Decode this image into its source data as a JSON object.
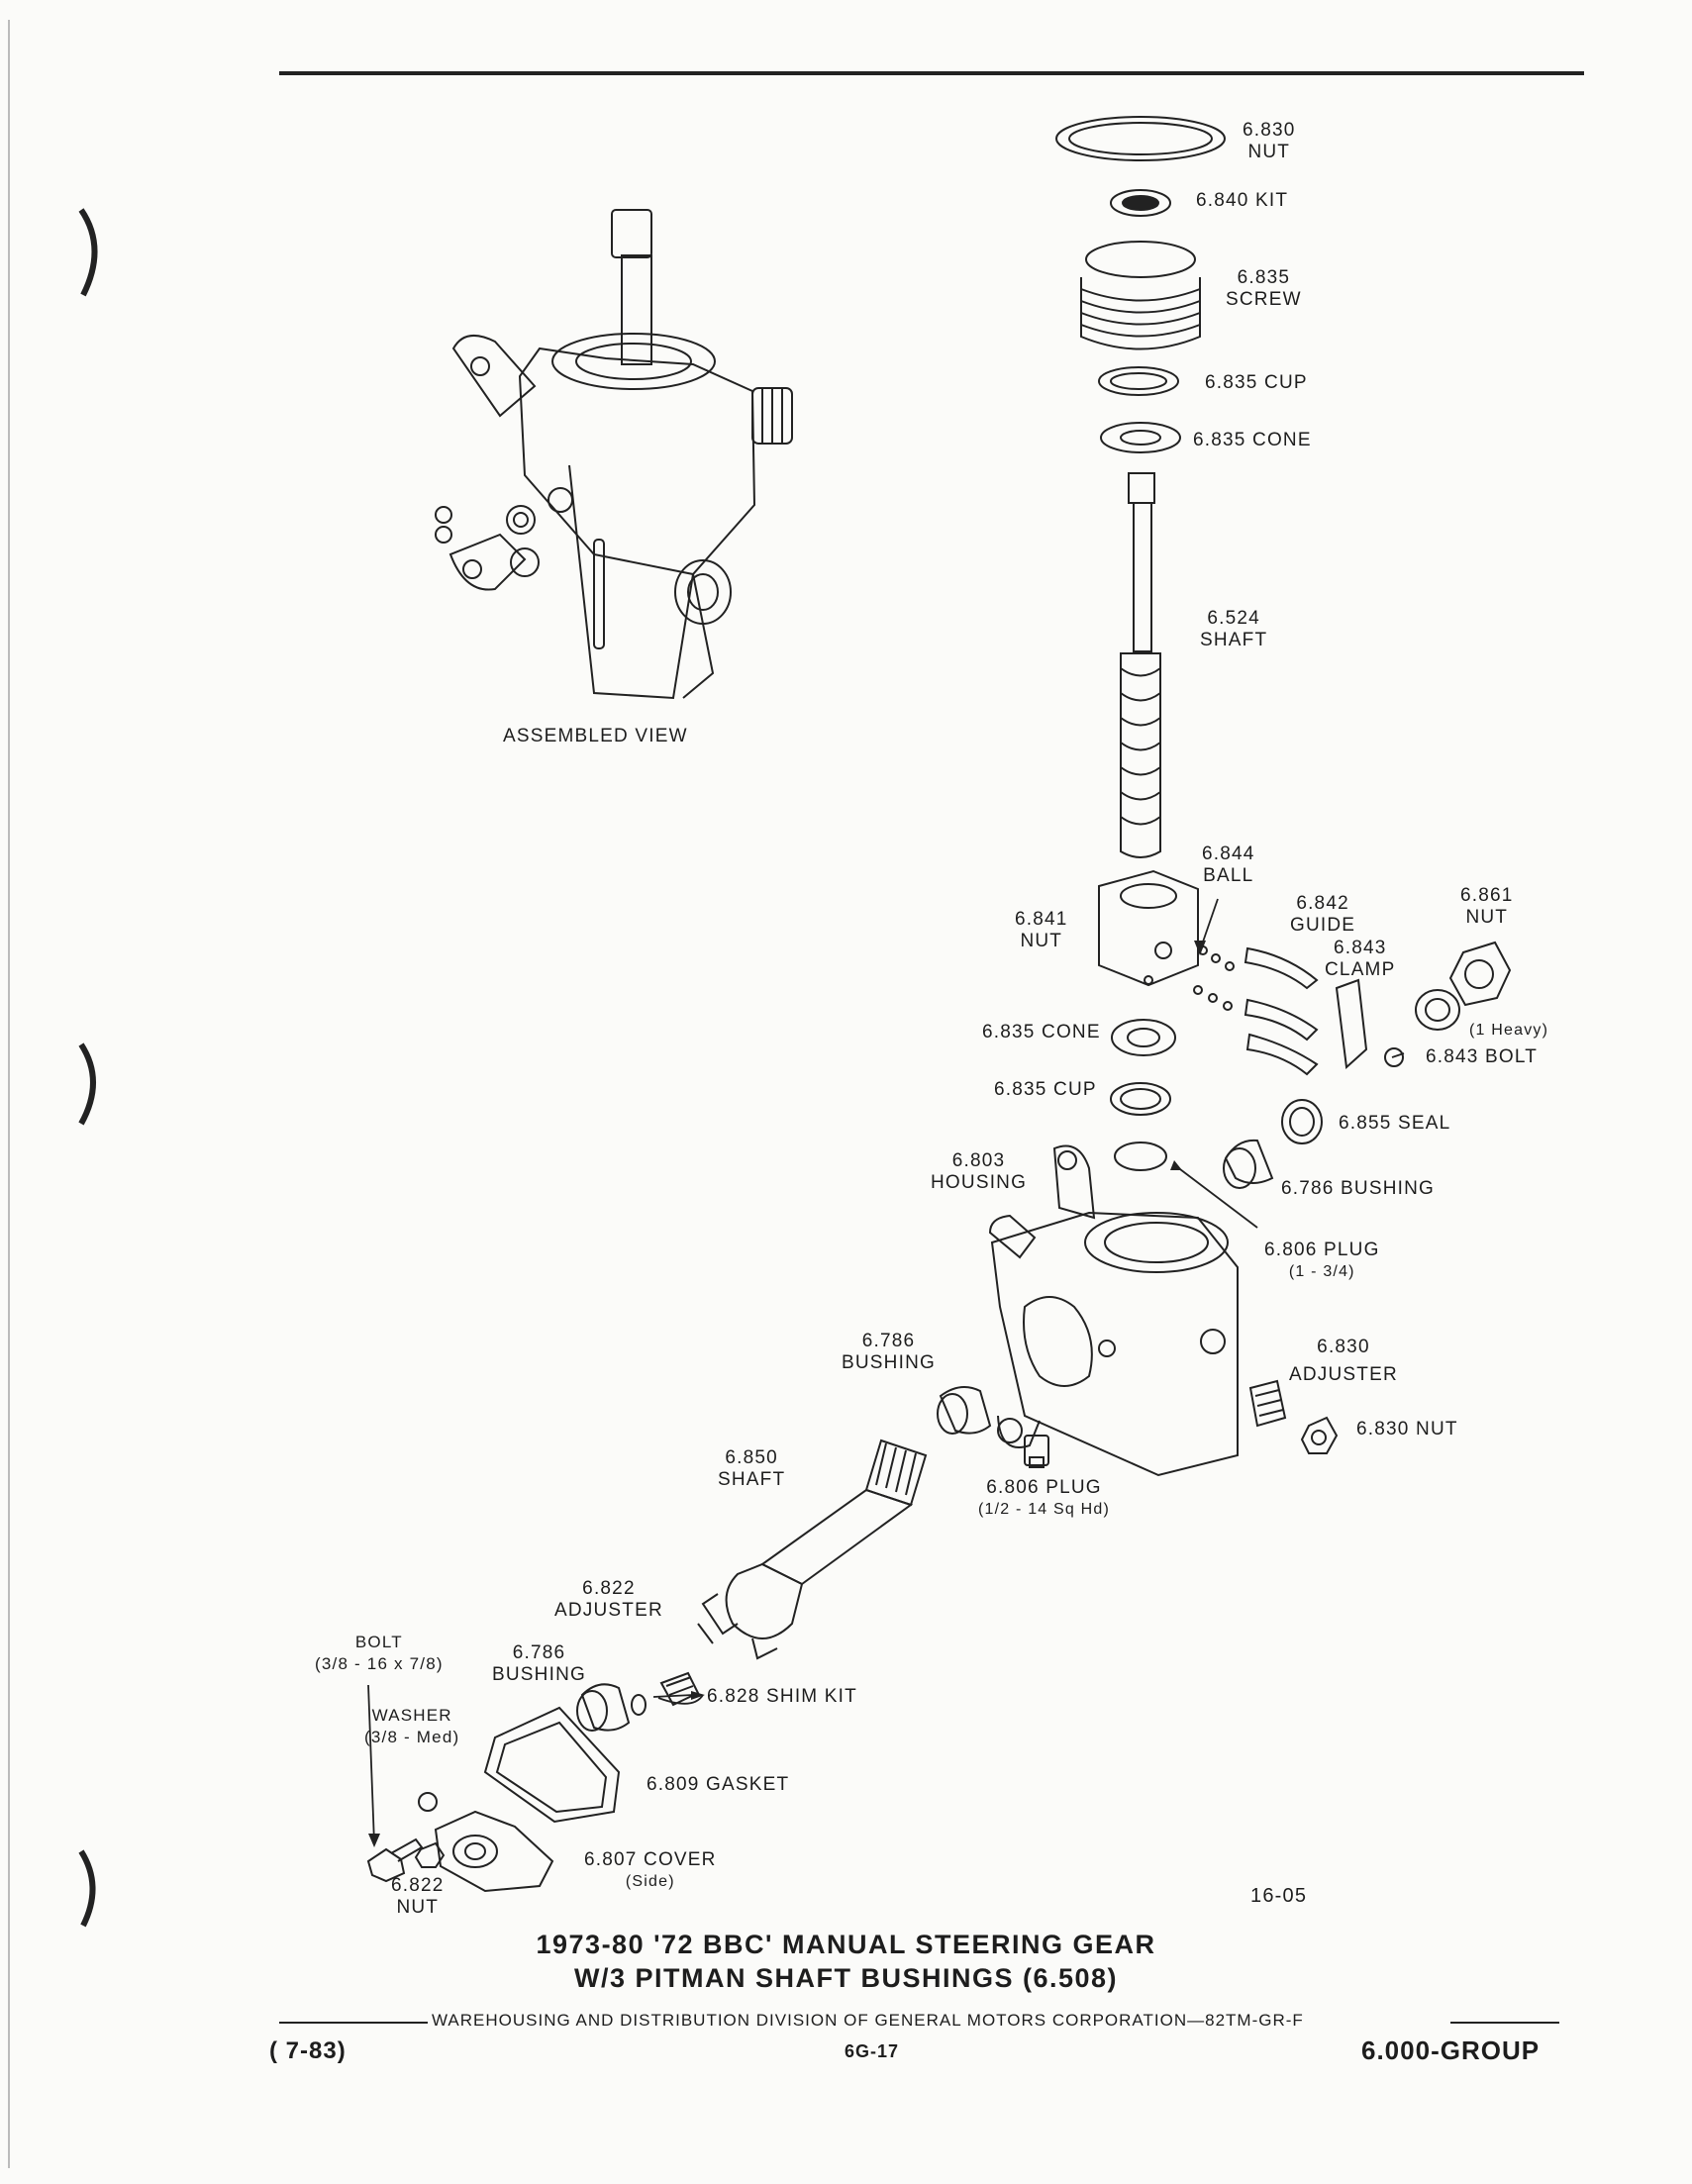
{
  "diagram": {
    "assembled_label": "ASSEMBLED VIEW",
    "figure_number": "16-05",
    "parts": {
      "nut_6830_top": [
        "6.830",
        "NUT"
      ],
      "kit_6840": "6.840 KIT",
      "screw_6835": [
        "6.835",
        "SCREW"
      ],
      "cup_6835_top": "6.835 CUP",
      "cone_6835_top": "6.835 CONE",
      "shaft_6524": [
        "6.524",
        "SHAFT"
      ],
      "ball_6844": [
        "6.844",
        "BALL"
      ],
      "nut_6841": [
        "6.841",
        "NUT"
      ],
      "guide_6842": [
        "6.842",
        "GUIDE"
      ],
      "clamp_6843": [
        "6.843",
        "CLAMP"
      ],
      "nut_6861": [
        "6.861",
        "NUT"
      ],
      "heavy_note": "(1 Heavy)",
      "bolt_6843": "6.843 BOLT",
      "cone_6835_lower": "6.835 CONE",
      "cup_6835_lower": "6.835 CUP",
      "seal_6855": "6.855 SEAL",
      "housing_6803": [
        "6.803",
        "HOUSING"
      ],
      "bushing_6786_right": "6.786 BUSHING",
      "plug_6806_top": [
        "6.806 PLUG",
        "(1 - 3/4)"
      ],
      "adjuster_6830": [
        "6.830",
        "ADJUSTER"
      ],
      "nut_6830_lower": "6.830 NUT",
      "bushing_6786_mid": [
        "6.786",
        "BUSHING"
      ],
      "shaft_6850": [
        "6.850",
        "SHAFT"
      ],
      "plug_6806_lower": [
        "6.806 PLUG",
        "(1/2 - 14 Sq Hd)"
      ],
      "adjuster_6822": [
        "6.822",
        "ADJUSTER"
      ],
      "bolt": [
        "BOLT",
        "(3/8 - 16 x 7/8)"
      ],
      "bushing_6786_low": [
        "6.786",
        "BUSHING"
      ],
      "shim_6828": "6.828 SHIM KIT",
      "washer": [
        "WASHER",
        "(3/8 - Med)"
      ],
      "gasket_6809": "6.809 GASKET",
      "cover_6807": [
        "6.807 COVER",
        "(Side)"
      ],
      "nut_6822": [
        "6.822",
        "NUT"
      ]
    }
  },
  "title": {
    "line1": "1973-80 '72 BBC' MANUAL STEERING GEAR",
    "line2": "W/3 PITMAN SHAFT BUSHINGS (6.508)"
  },
  "footer": {
    "division": "WAREHOUSING AND DISTRIBUTION DIVISION OF GENERAL MOTORS CORPORATION—82TM-GR-F",
    "date": "( 7-83)",
    "page": "6G-17",
    "group": "6.000-GROUP"
  }
}
